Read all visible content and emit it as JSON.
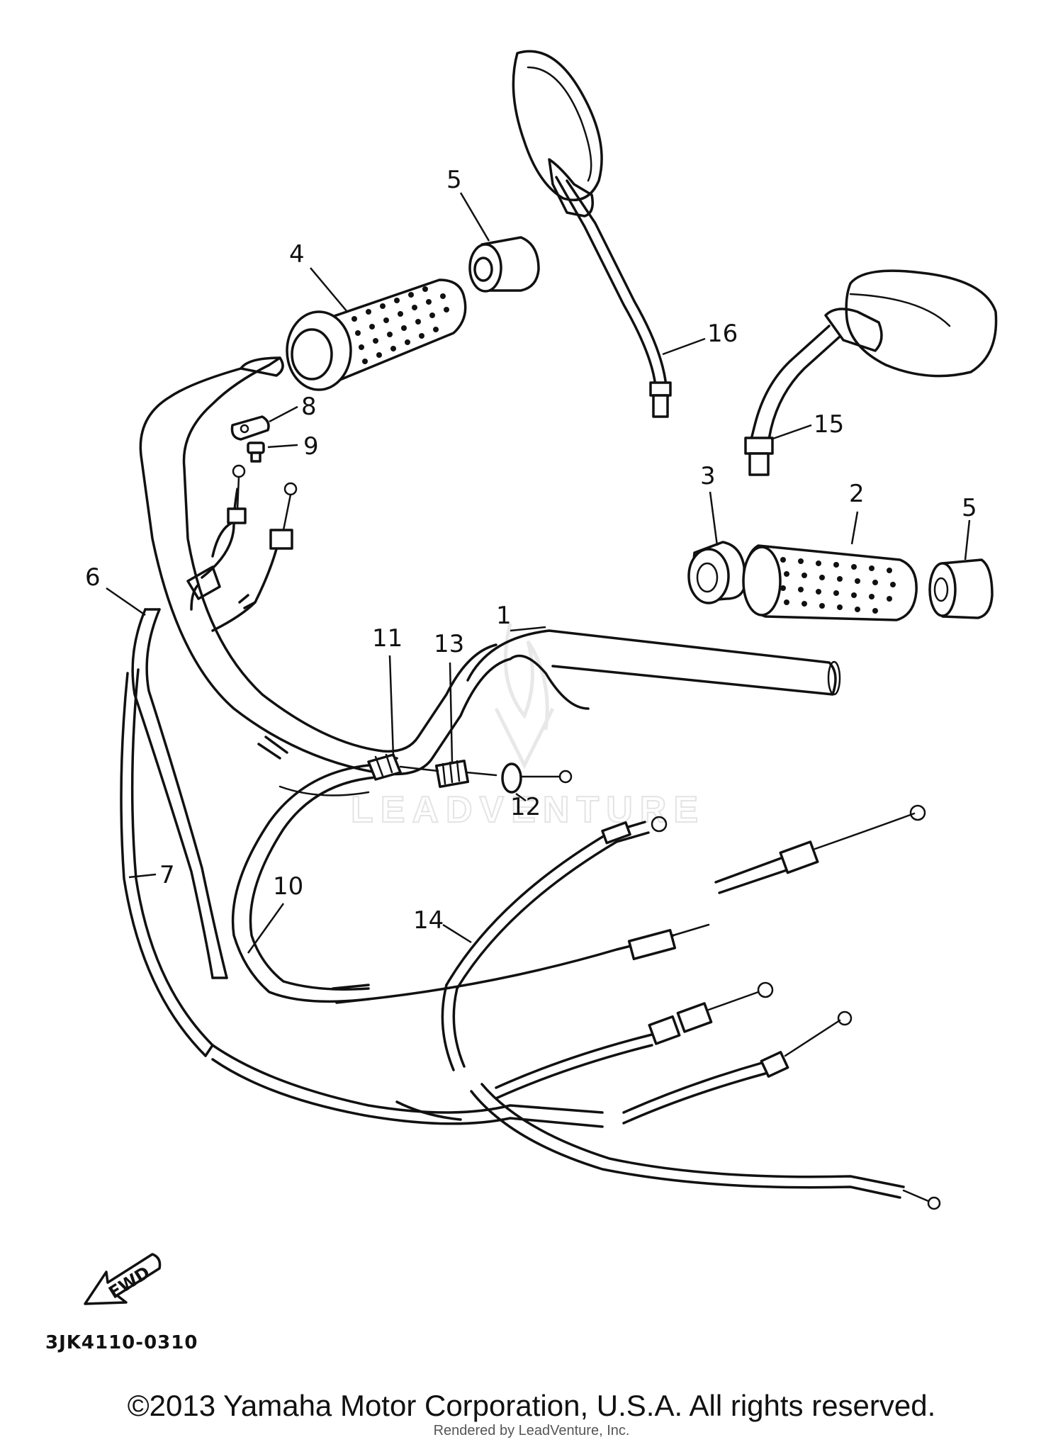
{
  "diagram": {
    "code": "3JK4110-0310",
    "direction_label": "FWD",
    "watermark": "LEADVENTURE",
    "callouts": [
      {
        "id": "c1",
        "label": "1"
      },
      {
        "id": "c2",
        "label": "2"
      },
      {
        "id": "c3",
        "label": "3"
      },
      {
        "id": "c4",
        "label": "4"
      },
      {
        "id": "c5a",
        "label": "5"
      },
      {
        "id": "c5b",
        "label": "5"
      },
      {
        "id": "c6",
        "label": "6"
      },
      {
        "id": "c7",
        "label": "7"
      },
      {
        "id": "c8",
        "label": "8"
      },
      {
        "id": "c9",
        "label": "9"
      },
      {
        "id": "c10",
        "label": "10"
      },
      {
        "id": "c11",
        "label": "11"
      },
      {
        "id": "c12",
        "label": "12"
      },
      {
        "id": "c13",
        "label": "13"
      },
      {
        "id": "c14",
        "label": "14"
      },
      {
        "id": "c15",
        "label": "15"
      },
      {
        "id": "c16",
        "label": "16"
      }
    ]
  },
  "footer": {
    "copyright": "©2013 Yamaha Motor Corporation, U.S.A. All rights reserved.",
    "rendered_by": "Rendered by LeadVenture, Inc."
  }
}
